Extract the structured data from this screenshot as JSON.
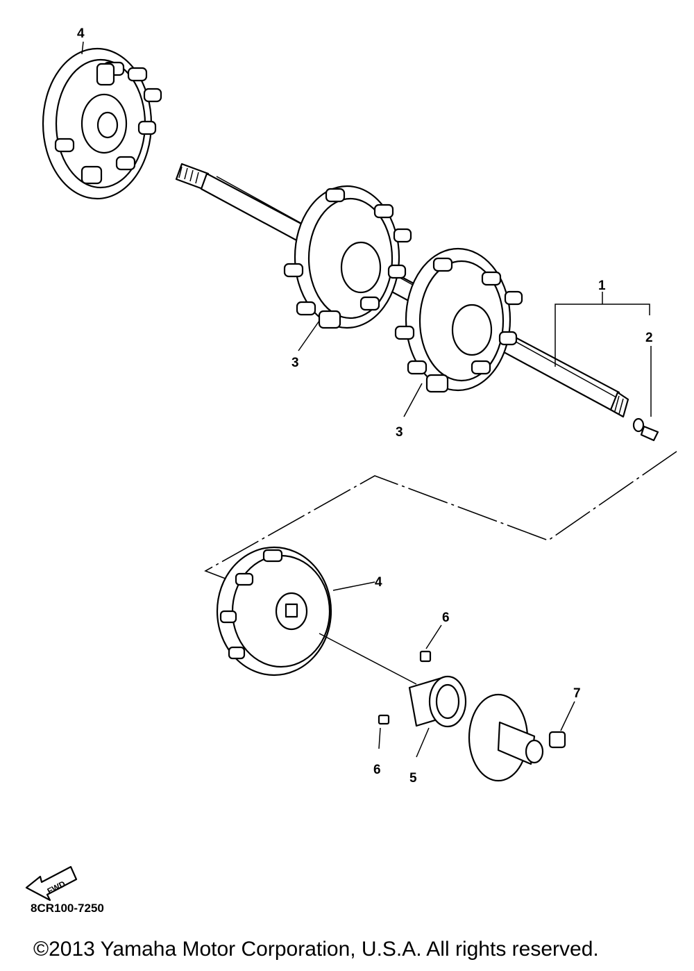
{
  "callouts": {
    "c1": "1",
    "c2": "2",
    "c3a": "3",
    "c3b": "3",
    "c4a": "4",
    "c4b": "4",
    "c5": "5",
    "c6a": "6",
    "c6b": "6",
    "c7": "7"
  },
  "fwd_label": "FWD",
  "diagram_code": "8CR100-7250",
  "copyright": "©2013 Yamaha Motor Corporation, U.S.A. All rights reserved."
}
